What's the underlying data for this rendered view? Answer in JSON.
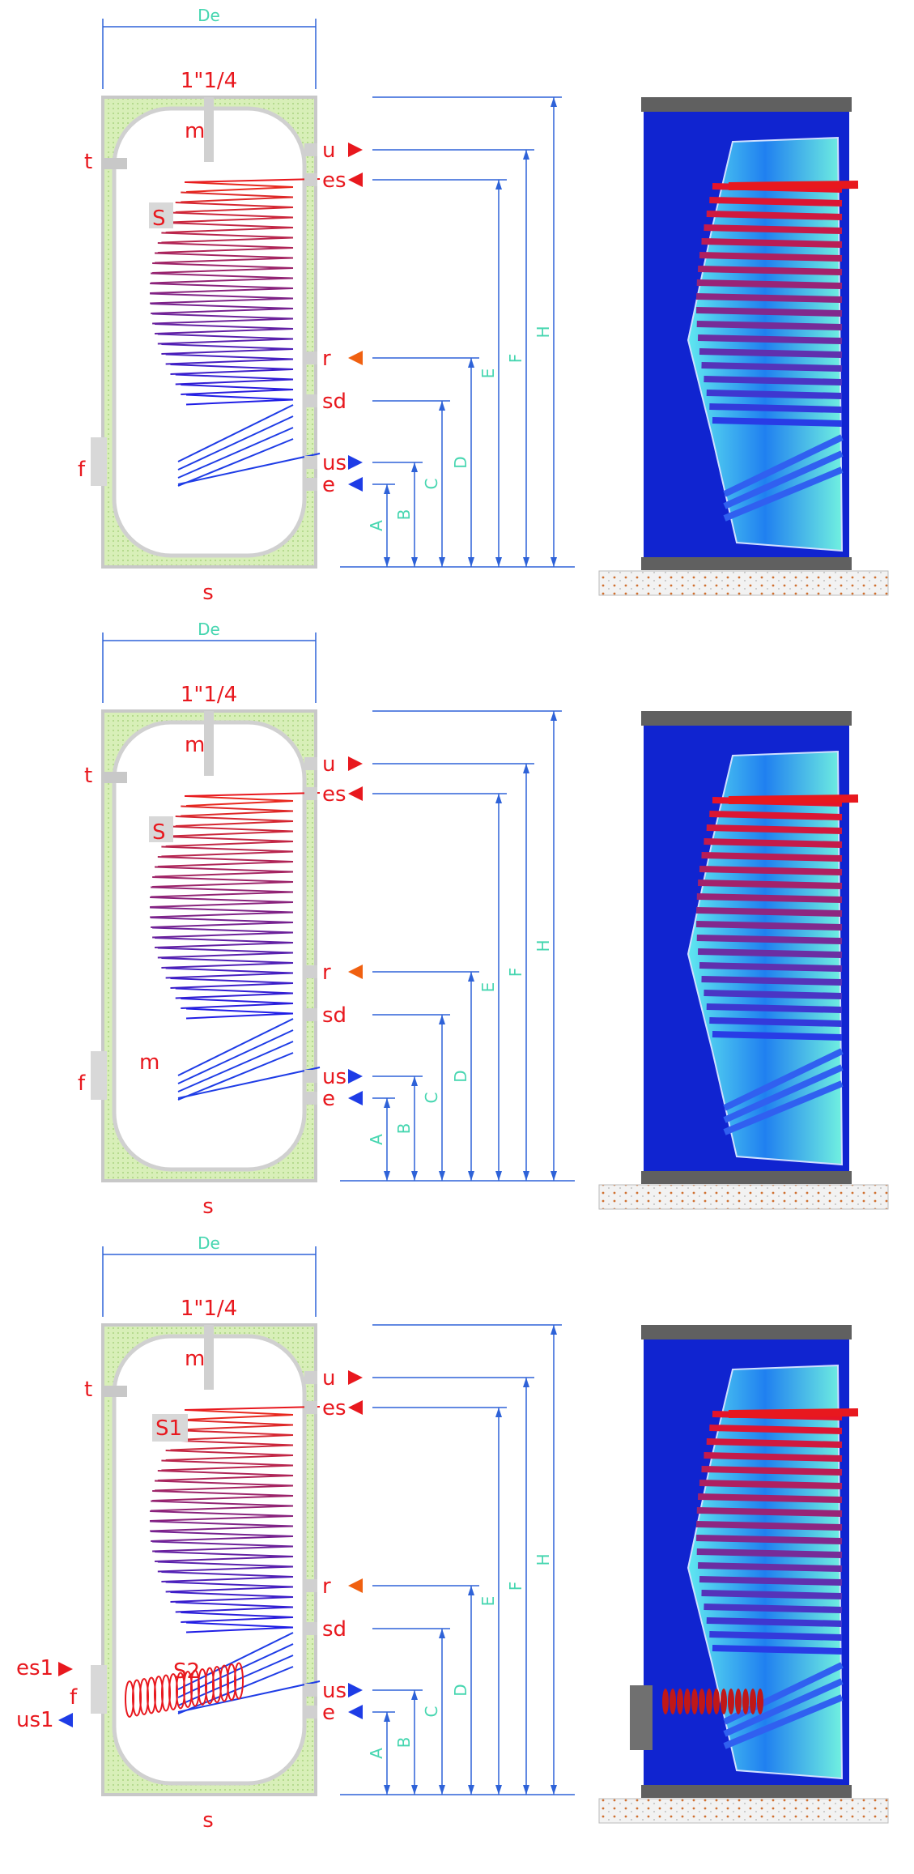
{
  "diagrams": [
    {
      "width_label": "De",
      "top_fitting": "1\"1/4",
      "labels": {
        "m": "m",
        "t": "t",
        "S": "S",
        "f": "f",
        "s": "s"
      },
      "ports": {
        "u": "u",
        "es": "es",
        "r": "r",
        "sd": "sd",
        "us": "us",
        "e": "e"
      },
      "dims": [
        "A",
        "B",
        "C",
        "D",
        "E",
        "F",
        "H"
      ]
    },
    {
      "width_label": "De",
      "top_fitting": "1\"1/4",
      "labels": {
        "m": "m",
        "t": "t",
        "S": "S",
        "f": "f",
        "m2": "m",
        "s": "s"
      },
      "ports": {
        "u": "u",
        "es": "es",
        "r": "r",
        "sd": "sd",
        "us": "us",
        "e": "e"
      },
      "dims": [
        "A",
        "B",
        "C",
        "D",
        "E",
        "F",
        "H"
      ]
    },
    {
      "width_label": "De",
      "top_fitting": "1\"1/4",
      "labels": {
        "m": "m",
        "t": "t",
        "S1": "S1",
        "S2": "S2",
        "f": "f",
        "s": "s",
        "es1": "es1",
        "us1": "us1"
      },
      "ports": {
        "u": "u",
        "es": "es",
        "r": "r",
        "sd": "sd",
        "us": "us",
        "e": "e"
      },
      "dims": [
        "A",
        "B",
        "C",
        "D",
        "E",
        "F",
        "H"
      ]
    }
  ],
  "colors": {
    "hot": "#e8181e",
    "cold": "#1e3ce6",
    "return": "#f06010",
    "dimension": "#2e62d8",
    "dim_text": "#46d6b0",
    "insulation": "#cfe8a8",
    "render_body": "#1024d0"
  }
}
